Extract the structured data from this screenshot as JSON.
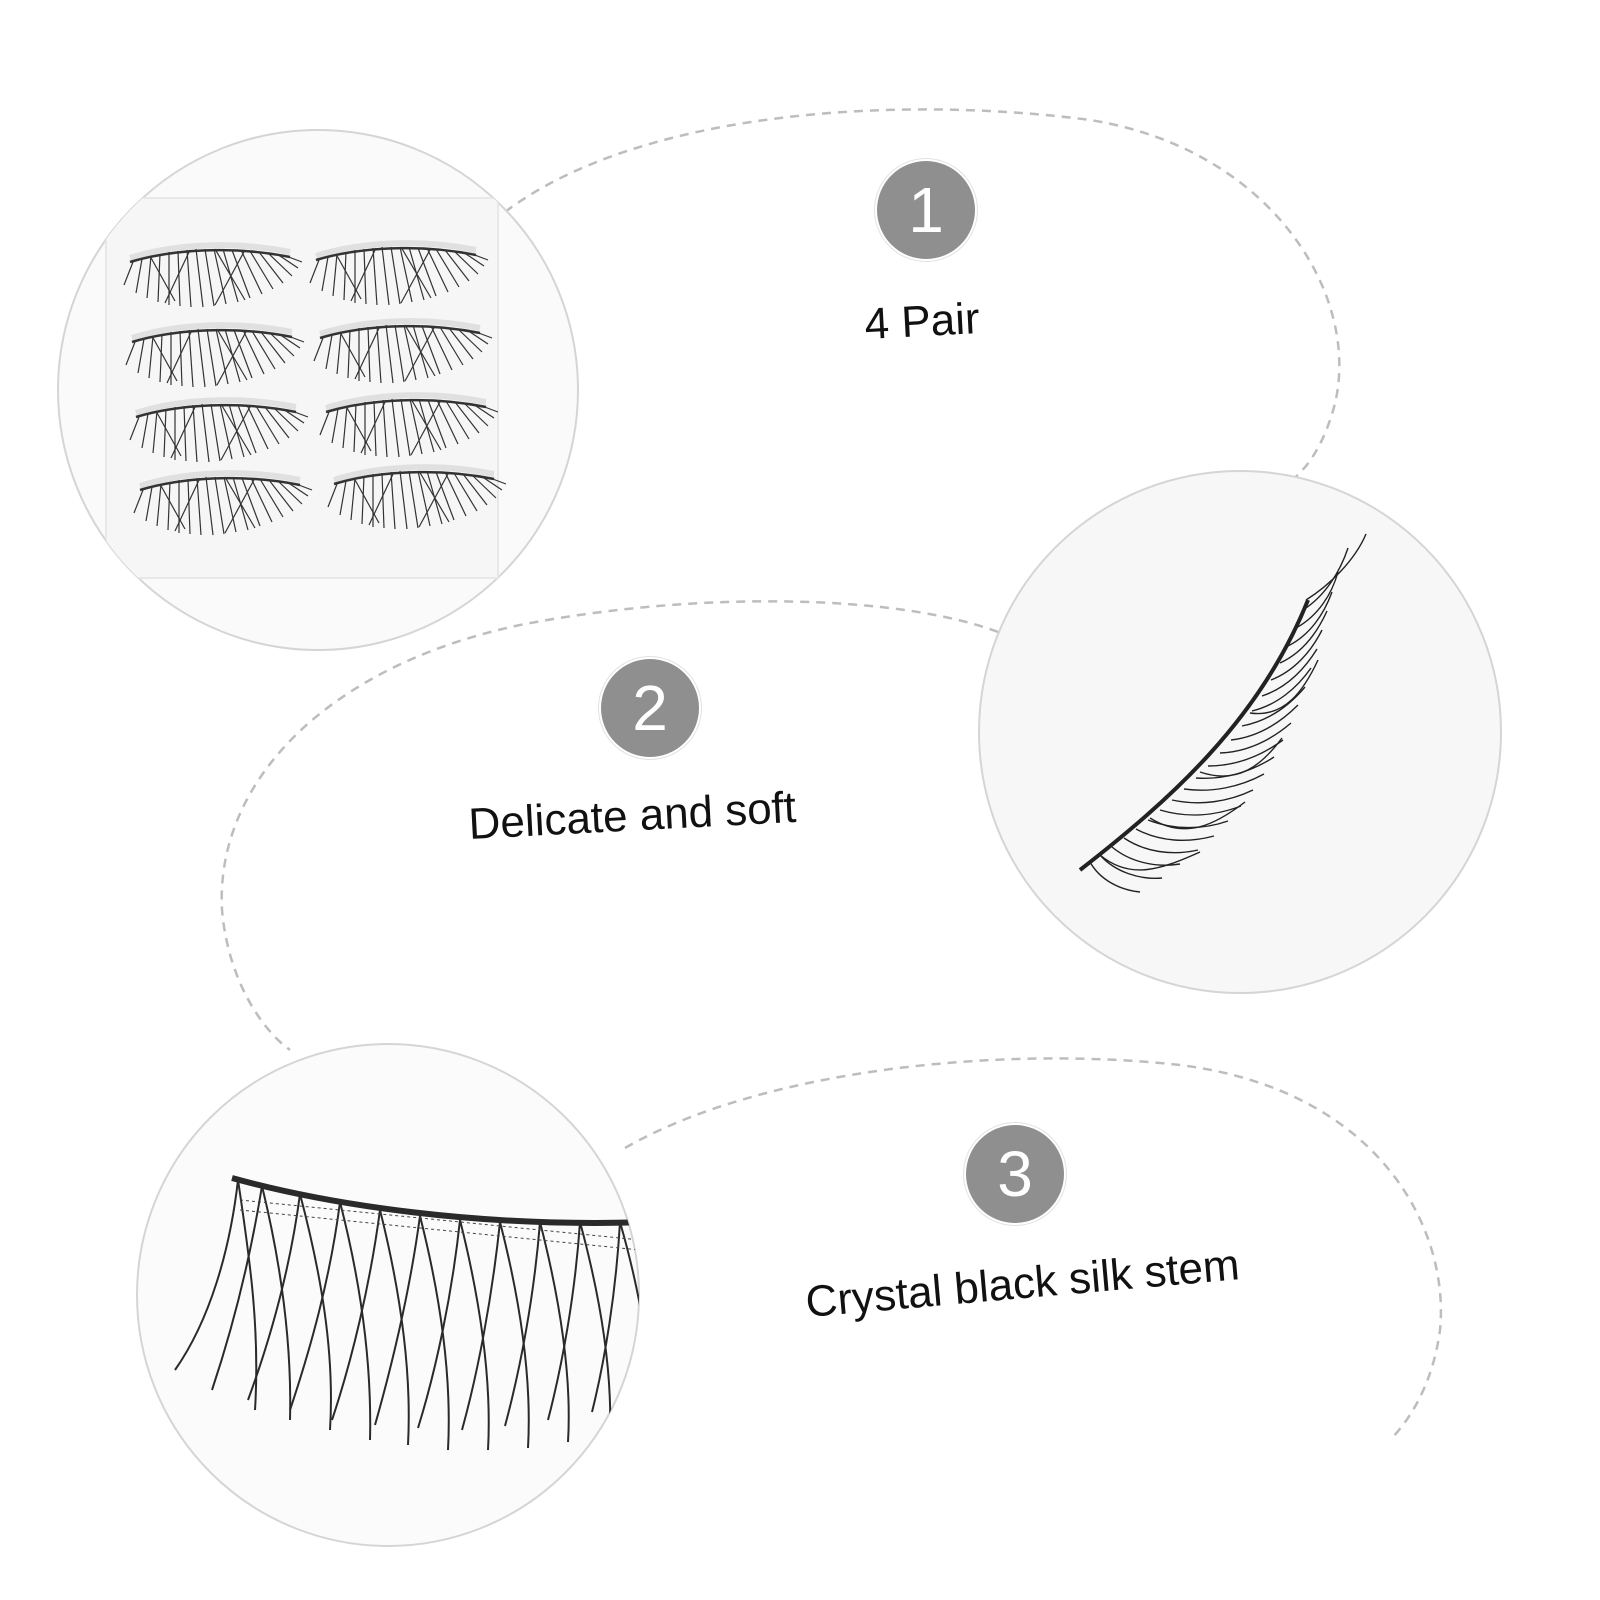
{
  "features": [
    {
      "number": "1",
      "label": "4 Pair"
    },
    {
      "number": "2",
      "label": "Delicate and soft"
    },
    {
      "number": "3",
      "label": "Crystal black silk stem"
    }
  ],
  "colors": {
    "badge": "#8f8f8f",
    "dashed_line": "#bdbdbd",
    "circle_border": "#d5d5d5",
    "lash": "#222222"
  },
  "images": [
    {
      "name": "lash-tray-photo",
      "depicts": "eight false eyelash strips on a clear tray"
    },
    {
      "name": "single-lash-photo",
      "depicts": "one curved false eyelash strip"
    },
    {
      "name": "lash-closeup-photo",
      "depicts": "close-up of crisscross lash band"
    }
  ]
}
